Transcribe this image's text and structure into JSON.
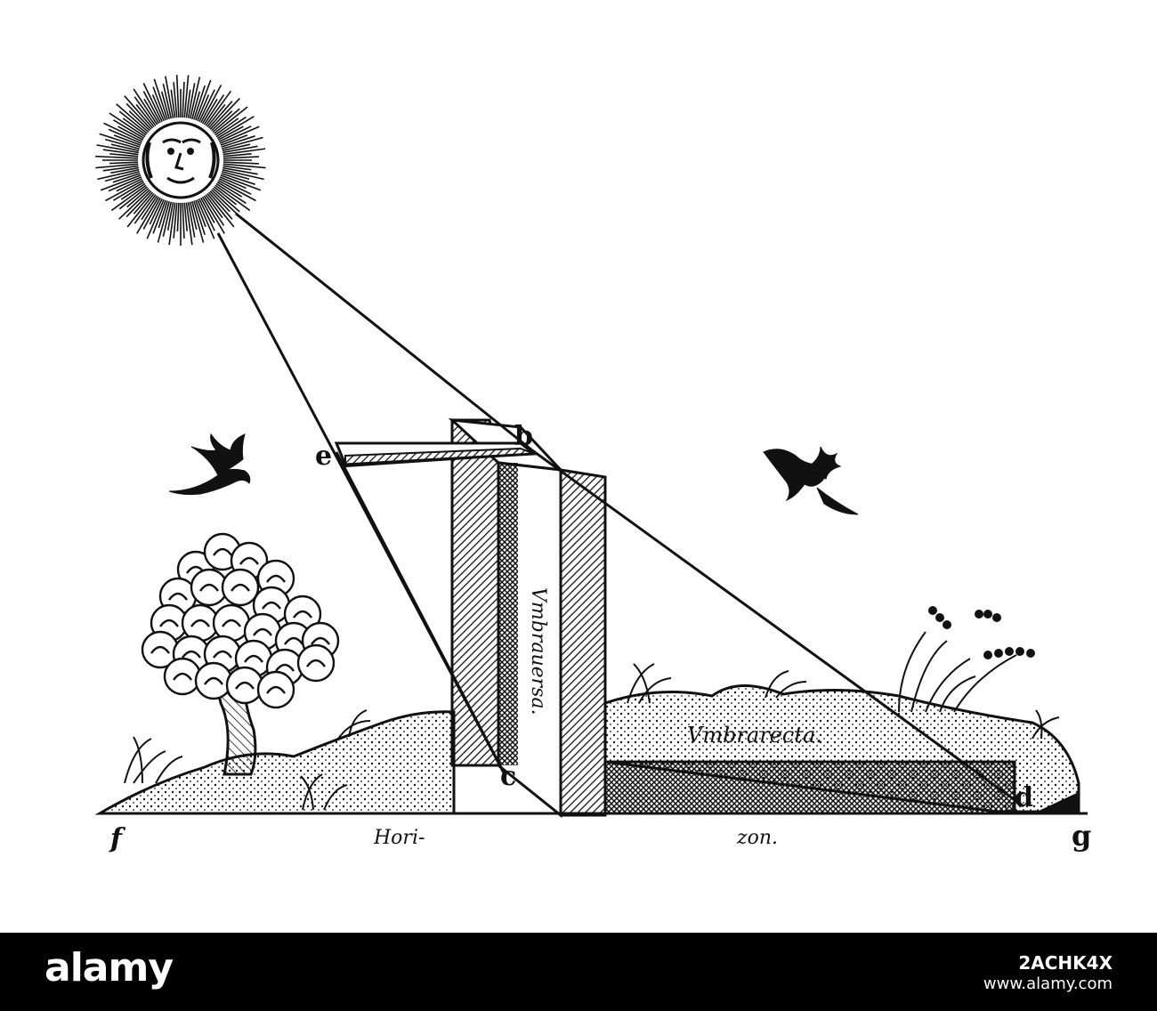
{
  "labels": {
    "e": "e",
    "b": "b",
    "c": "c",
    "d": "d",
    "f": "f",
    "g": "g",
    "umbra_versa": "Vmbrauersa.",
    "umbra_recta": "Vmbrarecta.",
    "horizon_left": "Hori-",
    "horizon_right": "zon."
  },
  "footer": {
    "brand": "alamy",
    "image_id": "2ACHK4X",
    "url": "www.alamy.com"
  },
  "colors": {
    "ink": "#111111",
    "paper": "#ffffff",
    "footer_bg": "#000000",
    "footer_text": "#ffffff"
  }
}
